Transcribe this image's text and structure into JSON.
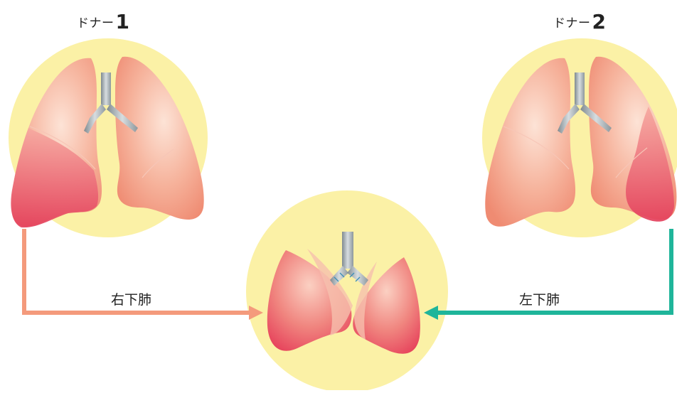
{
  "donors": [
    {
      "label_prefix": "ドナー",
      "label_number": "1"
    },
    {
      "label_prefix": "ドナー",
      "label_number": "2"
    }
  ],
  "transfers": {
    "right_lower_lobe": "右下肺",
    "left_lower_lobe": "左下肺"
  },
  "colors": {
    "halo": "#fbf1a6",
    "lung_light": "#fbd7c8",
    "lung_mid": "#f3a189",
    "lung_dark": "#e8475f",
    "trachea": "#9ea8ae",
    "arrow_right_lobe": "#f49a7c",
    "arrow_left_lobe": "#1fb59a"
  }
}
